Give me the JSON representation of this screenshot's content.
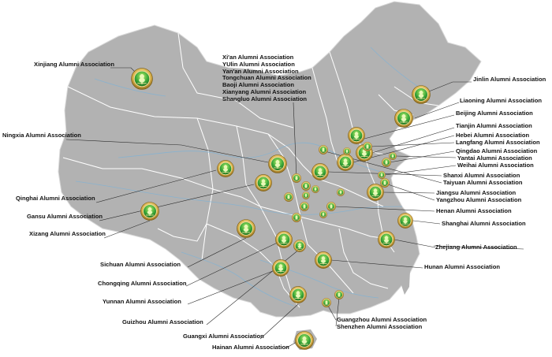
{
  "colors": {
    "land": "#b2b2b2",
    "border": "#ffffff",
    "river": "#7fb2d6",
    "leader": "#2a2a2a",
    "badge_ring": "#c9a53c",
    "badge_leaf": "#3aa83a"
  },
  "icons": {
    "badge": "alumni-association-emblem-icon"
  },
  "associations": {
    "xinjiang": "Xinjiang Alumni Association",
    "ningxia": "Ningxia Alumni Association",
    "qinghai": "Qinghai Alumni Association",
    "gansu": "Gansu Alumni Association",
    "xizang": "Xizang Alumni Association",
    "sichuan": "Sichuan Alumni Association",
    "chongqing": "Chongqing Alumni Association",
    "yunnan": "Yunnan Alumni Association",
    "guizhou": "Guizhou  Alumni Association",
    "guangxi": "Guangxi Alumni Association",
    "hainan": "Hainan Alumni Association",
    "shaanxi_group": [
      "Xi'an  Alumni Association",
      "YUlin Alumni Association",
      "Yan'an Alumni Association",
      "Tongchuan Alumni Association",
      "Baoji Alumni Association",
      "Xianyang Alumni Association",
      "Shangluo Alumni Association"
    ],
    "jinlin": "Jinlin Alumni Association",
    "liaoning": "Liaoning Alumni Association",
    "beijing": "Beijing Alumni Association",
    "tianjin": "Tianjin Alumni Association",
    "hebei": "Hebei Alumni Association",
    "langfang": "Langfang Alumni Association",
    "qingdao": "Qingdao Alumni Association",
    "yantai": "Yantai Alumni Association",
    "weihai": "Weihai Alumni Association",
    "shanxi": "Shanxi Alumni Association",
    "taiyuan": "Taiyuan Alumni Association",
    "jiangsu": "Jiangsu Alumni Association",
    "yangzhou": "Yangzhou Alumni Association",
    "henan": "Henan Alumni Association",
    "shanghai": "Shanghai Alumni Association",
    "zhejiang": "Zhejiang Alumni Association",
    "hunan": "Hunan Alumni Association",
    "guangzhou": "Guangzhou Alumni Association",
    "shenzhen": "Shenzhen Alumni Association"
  }
}
